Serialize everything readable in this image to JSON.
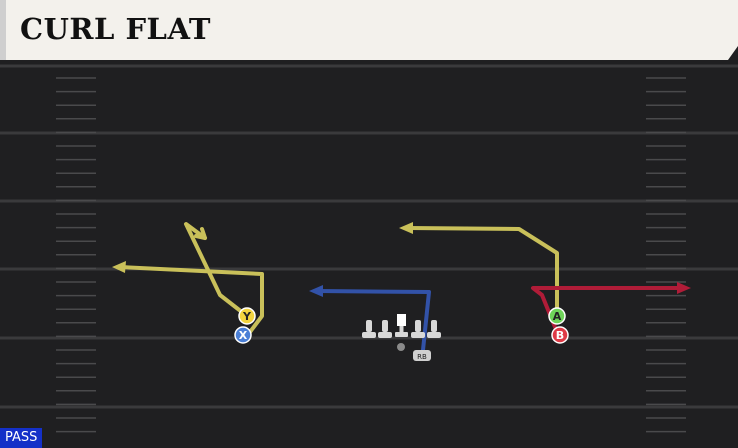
{
  "header": {
    "play_name": "CURL FLAT"
  },
  "footer": {
    "play_type": "PASS"
  },
  "players": [
    {
      "label": "Y",
      "color": "#f2d43f",
      "text_color": "#222"
    },
    {
      "label": "X",
      "color": "#4a7fd6",
      "text_color": "#ffffff"
    },
    {
      "label": "A",
      "color": "#6fd45a",
      "text_color": "#222"
    },
    {
      "label": "B",
      "color": "#df3a46",
      "text_color": "#ffffff"
    },
    {
      "label": "RB",
      "color": "#d0d0d0",
      "text_color": "#222"
    }
  ],
  "colors": {
    "field": "#1f1f21",
    "yard_line": "#3a3a3c",
    "hash": "#4a4a4c",
    "route_yellow": "#c9c05a",
    "route_blue": "#3252a8",
    "route_red": "#b01c38",
    "lineman": "#d8d8d8"
  }
}
